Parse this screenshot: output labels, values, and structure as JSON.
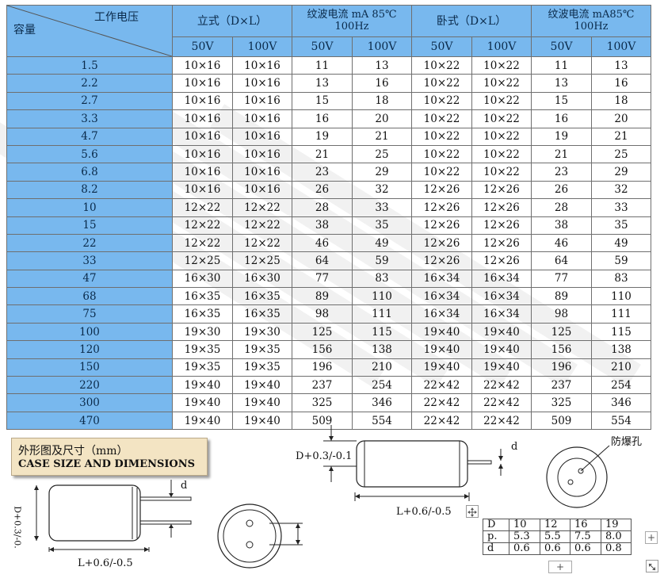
{
  "table": {
    "header": {
      "working_voltage": "工作电压",
      "capacitance": "容量",
      "vertical": "立式（D×L）",
      "ripple_a_line1": "纹波电流 mA 85℃",
      "ripple_a_line2": "100Hz",
      "horizontal": "卧式（D×L）",
      "ripple_b_line1": "纹波电流 mA85℃",
      "ripple_b_line2": "100Hz",
      "voltages": [
        "50V",
        "100V",
        "50V",
        "100V",
        "50V",
        "100V",
        "50V",
        "100V"
      ]
    },
    "rows": [
      [
        "1.5",
        "10×16",
        "10×16",
        "11",
        "13",
        "10×22",
        "10×22",
        "11",
        "13"
      ],
      [
        "2.2",
        "10×16",
        "10×16",
        "13",
        "16",
        "10×22",
        "10×22",
        "13",
        "16"
      ],
      [
        "2.7",
        "10×16",
        "10×16",
        "15",
        "18",
        "10×22",
        "10×22",
        "15",
        "18"
      ],
      [
        "3.3",
        "10×16",
        "10×16",
        "16",
        "20",
        "10×22",
        "10×22",
        "16",
        "20"
      ],
      [
        "4.7",
        "10×16",
        "10×16",
        "19",
        "21",
        "10×22",
        "10×22",
        "19",
        "21"
      ],
      [
        "5.6",
        "10×16",
        "10×16",
        "21",
        "25",
        "10×22",
        "10×22",
        "21",
        "25"
      ],
      [
        "6.8",
        "10×16",
        "10×16",
        "23",
        "29",
        "10×22",
        "10×22",
        "23",
        "29"
      ],
      [
        "8.2",
        "10×16",
        "10×16",
        "26",
        "32",
        "12×26",
        "12×26",
        "26",
        "32"
      ],
      [
        "10",
        "12×22",
        "12×22",
        "28",
        "33",
        "12×26",
        "12×26",
        "28",
        "33"
      ],
      [
        "15",
        "12×22",
        "12×22",
        "38",
        "35",
        "12×26",
        "12×26",
        "38",
        "35"
      ],
      [
        "22",
        "12×22",
        "12×22",
        "46",
        "49",
        "12×26",
        "12×26",
        "46",
        "49"
      ],
      [
        "33",
        "12×25",
        "12×25",
        "64",
        "59",
        "12×26",
        "12×26",
        "64",
        "59"
      ],
      [
        "47",
        "16×30",
        "16×30",
        "77",
        "83",
        "16×34",
        "16×34",
        "77",
        "83"
      ],
      [
        "68",
        "16×35",
        "16×35",
        "89",
        "110",
        "16×34",
        "16×34",
        "89",
        "110"
      ],
      [
        "75",
        "16×35",
        "16×35",
        "98",
        "111",
        "16×34",
        "16×34",
        "98",
        "111"
      ],
      [
        "100",
        "19×30",
        "19×30",
        "125",
        "115",
        "19×40",
        "19×40",
        "125",
        "115"
      ],
      [
        "120",
        "19×35",
        "19×35",
        "156",
        "138",
        "19×40",
        "19×40",
        "156",
        "138"
      ],
      [
        "150",
        "19×35",
        "19×35",
        "196",
        "210",
        "19×40",
        "19×40",
        "196",
        "210"
      ],
      [
        "220",
        "19×40",
        "19×40",
        "237",
        "254",
        "22×42",
        "22×42",
        "237",
        "254"
      ],
      [
        "300",
        "19×40",
        "19×40",
        "325",
        "346",
        "22×42",
        "22×42",
        "325",
        "346"
      ],
      [
        "470",
        "19×40",
        "19×40",
        "509",
        "554",
        "22×42",
        "22×42",
        "509",
        "554"
      ]
    ]
  },
  "dimensions": {
    "title_zh": "外形图及尺寸（mm）",
    "title_en": "CASE SIZE AND DIMENSIONS",
    "label_d": "d",
    "label_d_tol_vertical": "D+0.3/-0.",
    "label_d_tol_axial": "D+0.3/-0.1",
    "label_l_tol": "L+0.6/-0.5",
    "explosion_vent": "防爆孔"
  },
  "lead_table": {
    "rows": [
      [
        "D",
        "10",
        "12",
        "16",
        "19"
      ],
      [
        "p.",
        "5.3",
        "5.5",
        "7.5",
        "8.0"
      ],
      [
        "d",
        "0.6",
        "0.6",
        "0.6",
        "0.8"
      ]
    ]
  },
  "editor_controls": {
    "add": "+"
  },
  "colors": {
    "header_blue": "#78b8ee",
    "panel_tan": "#f3e4c3"
  }
}
